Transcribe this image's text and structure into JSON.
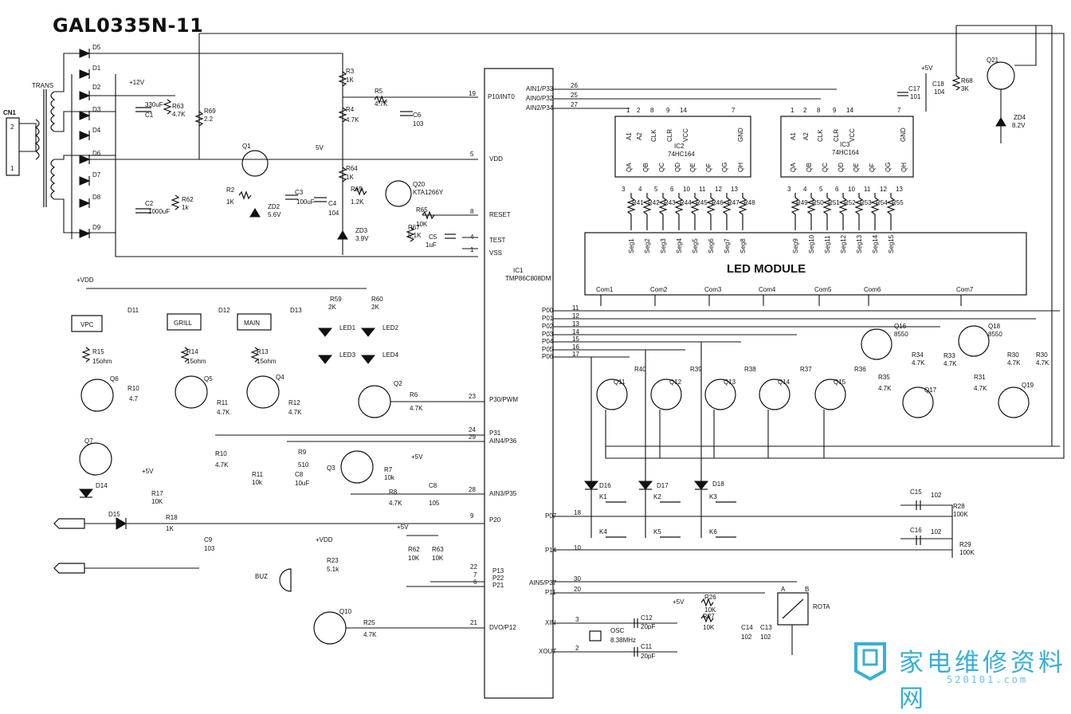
{
  "title": "GAL0335N-11",
  "watermark": {
    "brand_text": "家电维修资料网",
    "url": "520101.com",
    "color": "#3aaed8"
  },
  "ic1": {
    "ref": "IC1",
    "part": "TMP86C808DM",
    "left_pins": [
      {
        "num": "19",
        "name": "P10/INT0"
      },
      {
        "num": "5",
        "name": "VDD"
      },
      {
        "num": "8",
        "name": "RESET"
      },
      {
        "num": "4",
        "name": "TEST"
      },
      {
        "num": "1",
        "name": "VSS"
      },
      {
        "num": "23",
        "name": "P30/PWM"
      },
      {
        "num": "24",
        "name": "P31"
      },
      {
        "num": "29",
        "name": "AIN4/P36"
      },
      {
        "num": "28",
        "name": "AIN3/P35"
      },
      {
        "num": "9",
        "name": "P20"
      },
      {
        "num": "22",
        "name": "P13"
      },
      {
        "num": "7",
        "name": "P22"
      },
      {
        "num": "6",
        "name": "P21"
      },
      {
        "num": "21",
        "name": "DVO/P12"
      }
    ],
    "right_pins": [
      {
        "num": "26",
        "name": "AIN1/P33"
      },
      {
        "num": "25",
        "name": "AIN0/P32"
      },
      {
        "num": "27",
        "name": "AIN2/P34"
      },
      {
        "num": "11",
        "name": "P00"
      },
      {
        "num": "12",
        "name": "P01"
      },
      {
        "num": "13",
        "name": "P02"
      },
      {
        "num": "14",
        "name": "P03"
      },
      {
        "num": "15",
        "name": "P04"
      },
      {
        "num": "16",
        "name": "P05"
      },
      {
        "num": "17",
        "name": "P06"
      },
      {
        "num": "18",
        "name": "P07"
      },
      {
        "num": "10",
        "name": "P14"
      },
      {
        "num": "30",
        "name": "AIN5/P37"
      },
      {
        "num": "20",
        "name": "P11"
      },
      {
        "num": "3",
        "name": "XIN"
      },
      {
        "num": "2",
        "name": "XOUT"
      }
    ]
  },
  "shift_registers": [
    {
      "ref": "IC2",
      "part": "74HC164",
      "top_pins": [
        "A1",
        "A2",
        "CLK",
        "CLR",
        "VCC",
        "GND"
      ],
      "top_nums": [
        "1",
        "2",
        "8",
        "9",
        "14",
        "7"
      ],
      "bottom_pins": [
        "QA",
        "QB",
        "QC",
        "QD",
        "QE",
        "QF",
        "QG",
        "QH"
      ],
      "bottom_nums": [
        "3",
        "4",
        "5",
        "6",
        "10",
        "11",
        "12",
        "13"
      ]
    },
    {
      "ref": "IC3",
      "part": "74HC164",
      "top_pins": [
        "A1",
        "A2",
        "CLK",
        "CLR",
        "VCC",
        "GND"
      ],
      "top_nums": [
        "1",
        "2",
        "8",
        "9",
        "14",
        "7"
      ],
      "bottom_pins": [
        "QA",
        "QB",
        "QC",
        "QD",
        "QE",
        "QF",
        "QG",
        "QH"
      ],
      "bottom_nums": [
        "3",
        "4",
        "5",
        "6",
        "10",
        "11",
        "12",
        "13"
      ]
    }
  ],
  "led_module": {
    "title": "LED MODULE",
    "segments": [
      "Seg1",
      "Seg2",
      "Seg3",
      "Seg4",
      "Seg5",
      "Seg6",
      "Seg7",
      "Seg8",
      "Seg9",
      "Seg10",
      "Seg11",
      "Seg12",
      "Seg13",
      "Seg14",
      "Seg15"
    ],
    "commons": [
      "Com1",
      "Com2",
      "Com3",
      "Com4",
      "Com5",
      "Com6",
      "Com7"
    ],
    "seg_resistors": [
      "R41",
      "R42",
      "R43",
      "R44",
      "R45",
      "R46",
      "R47",
      "R48",
      "R49",
      "R50",
      "R51",
      "R52",
      "R53",
      "R54",
      "R55"
    ]
  },
  "power": {
    "connector": "CN1",
    "connector_pins": [
      "2",
      "1"
    ],
    "transformer": "TRANS",
    "labels": [
      "+12V",
      "5V",
      "+5V",
      "+VDD"
    ],
    "diodes": [
      "D5",
      "D1",
      "D2",
      "D3",
      "D4",
      "D6",
      "D7",
      "D8",
      "D9"
    ]
  },
  "components": {
    "C1": "330uF",
    "C2": "1000uF",
    "C3": "100uF",
    "C4": "104",
    "C5": "1uF",
    "C6": "103",
    "C8": "10uF",
    "C8b": "105",
    "C9": "103",
    "C11": "20pF",
    "C12": "20pF",
    "C13": "102",
    "C14": "102",
    "C15": "102",
    "C16": "102",
    "C17": "101",
    "C18": "104",
    "R63": "4.7K",
    "R69": "2.2",
    "R62": "1k",
    "R3": "1K",
    "R4": "4.7K",
    "R5": "4.7K",
    "R2": "1K",
    "R64": "1K",
    "R65": "1.2K",
    "R65b": "10K",
    "R67": "5.1K",
    "R68": "3K",
    "ZD2": "5.6V",
    "ZD3": "3.9V",
    "ZD4": "8.2V",
    "Q20": "KTA1266Y",
    "Q16": "8550",
    "Q18": "8550",
    "R15": "15ohm",
    "R14": "15ohm",
    "R13": "15ohm",
    "R10": "4.7",
    "R11": "4.7K",
    "R12": "4.7K",
    "R10b": "4.7K",
    "R11b": "10k",
    "R9": "510",
    "R7": "10k",
    "R8": "4.7K",
    "R6": "4.7K",
    "R59": "2K",
    "R60": "2K",
    "R17": "10K",
    "R18": "1K",
    "R62b": "10K",
    "R63b": "10K",
    "R23": "5.1k",
    "R25": "4.7K",
    "R26": "10K",
    "R27": "10K",
    "R28": "100K",
    "R29": "100K",
    "R30": "4.7K",
    "R31": "4.7K",
    "R33": "4.7K",
    "R34": "4.7K",
    "R35": "4.7K",
    "OSC": "8.38MHz"
  },
  "relays": [
    "VPC",
    "GRILL",
    "MAIN"
  ],
  "leds": [
    "LED1",
    "LED2",
    "LED3",
    "LED4"
  ],
  "keys": [
    "K1",
    "K2",
    "K3",
    "K4",
    "K5",
    "K6"
  ],
  "misc_labels": [
    "BUZ",
    "ROTA",
    "A",
    "B",
    "D11",
    "D12",
    "D13",
    "D14",
    "D15",
    "D16",
    "D17",
    "D18",
    "Q1",
    "Q2",
    "Q3",
    "Q4",
    "Q5",
    "Q6",
    "Q7",
    "Q10",
    "Q11",
    "Q12",
    "Q13",
    "Q14",
    "Q15",
    "Q17",
    "Q19",
    "Q21",
    "R36",
    "R37",
    "R38",
    "R39",
    "R40"
  ]
}
